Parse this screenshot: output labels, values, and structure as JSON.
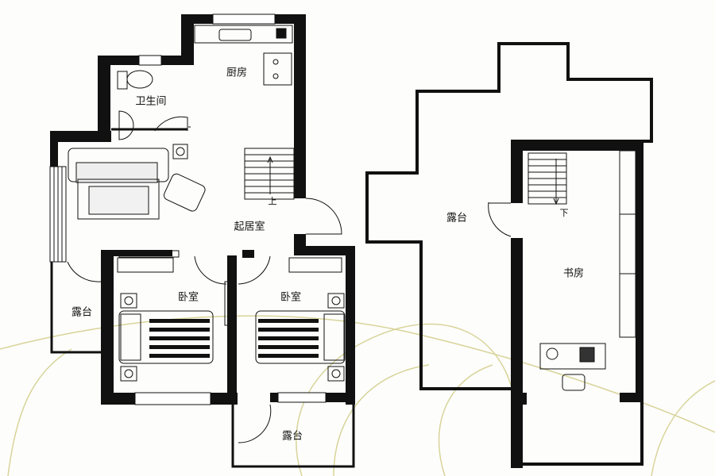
{
  "lower_floor": {
    "kitchen": "厨房",
    "bathroom": "卫生间",
    "living_room": "起居室",
    "stairs_up": "上",
    "bedroom_left": "卧室",
    "bedroom_right": "卧室",
    "terrace_left": "露台",
    "terrace_bottom": "露台"
  },
  "upper_floor": {
    "terrace": "露台",
    "stairs_down": "下",
    "study": "书房"
  },
  "colors": {
    "wall": "#111111",
    "decor": "#d8d49a"
  }
}
